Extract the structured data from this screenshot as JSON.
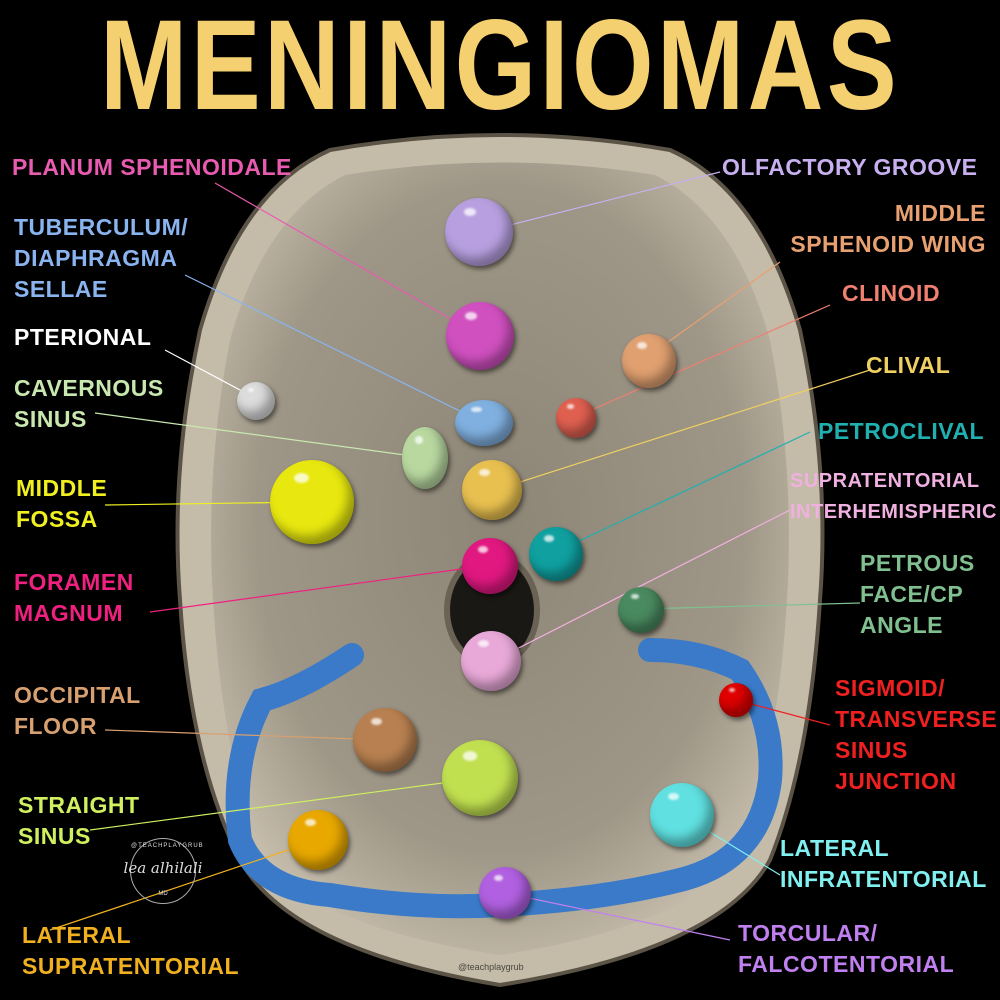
{
  "title": "MENINGIOMAS",
  "labels": {
    "planum": "PLANUM SPHENOIDALE",
    "olfactory": "OLFACTORY GROOVE",
    "tuberculum": "TUBERCULUM/\nDIAPHRAGMA\nSELLAE",
    "sphenoid_wing": "MIDDLE\nSPHENOID WING",
    "clinoid": "CLINOID",
    "pterional": "PTERIONAL",
    "clival": "CLIVAL",
    "cavernous": "CAVERNOUS\nSINUS",
    "petroclival": "PETROCLIVAL",
    "middle_fossa": "MIDDLE\nFOSSA",
    "supratentorial_ih": "SUPRATENTORIAL\nINTERHEMISPHERIC",
    "foramen_magnum": "FORAMEN\nMAGNUM",
    "petrous_face": "PETROUS\nFACE/CP\nANGLE",
    "occipital_floor": "OCCIPITAL\nFLOOR",
    "sigmoid": "SIGMOID/\nTRANSVERSE\nSINUS\nJUNCTION",
    "straight_sinus": "STRAIGHT\nSINUS",
    "lateral_infra": "LATERAL\nINFRATENTORIAL",
    "lateral_supra": "LATERAL\nSUPRATENTORIAL",
    "torcular": "TORCULAR/\nFALCOTENTORIAL"
  },
  "watermark": {
    "top": "@TEACHPLAYGRUB",
    "signature": "lea alhilali",
    "suffix": "MD"
  },
  "credit": "@teachplaygrub",
  "colors": {
    "title": "#f5d070",
    "sinus": "#3a7ac8",
    "skull": "#a69e8e"
  }
}
